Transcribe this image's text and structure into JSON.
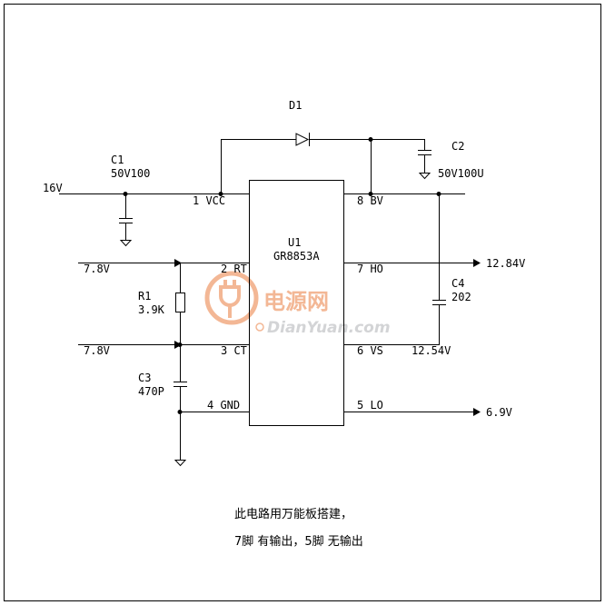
{
  "components": {
    "diode": {
      "ref": "D1"
    },
    "c1": {
      "ref": "C1",
      "value": "50V100"
    },
    "c2": {
      "ref": "C2",
      "value": "50V100U"
    },
    "c3": {
      "ref": "C3",
      "value": "470P"
    },
    "c4": {
      "ref": "C4",
      "value": "202"
    },
    "r1": {
      "ref": "R1",
      "value": "3.9K"
    },
    "ic": {
      "ref": "U1",
      "part": "GR8853A"
    }
  },
  "pins": {
    "p1": "1 VCC",
    "p2": "2 RT",
    "p3": "3 CT",
    "p4": "4 GND",
    "p5": "5 LO",
    "p6": "6 VS",
    "p7": "7 HO",
    "p8": "8 BV"
  },
  "voltages": {
    "vin": "16V",
    "rt": "7.8V",
    "ct": "7.8V",
    "ho": "12.84V",
    "vs": "12.54V",
    "lo": "6.9V"
  },
  "notes": {
    "line1": "此电路用万能板搭建，",
    "line2": "7脚 有输出，5脚 无输出"
  },
  "watermark": {
    "cn": "电源网",
    "en": "DianYuan.com"
  }
}
